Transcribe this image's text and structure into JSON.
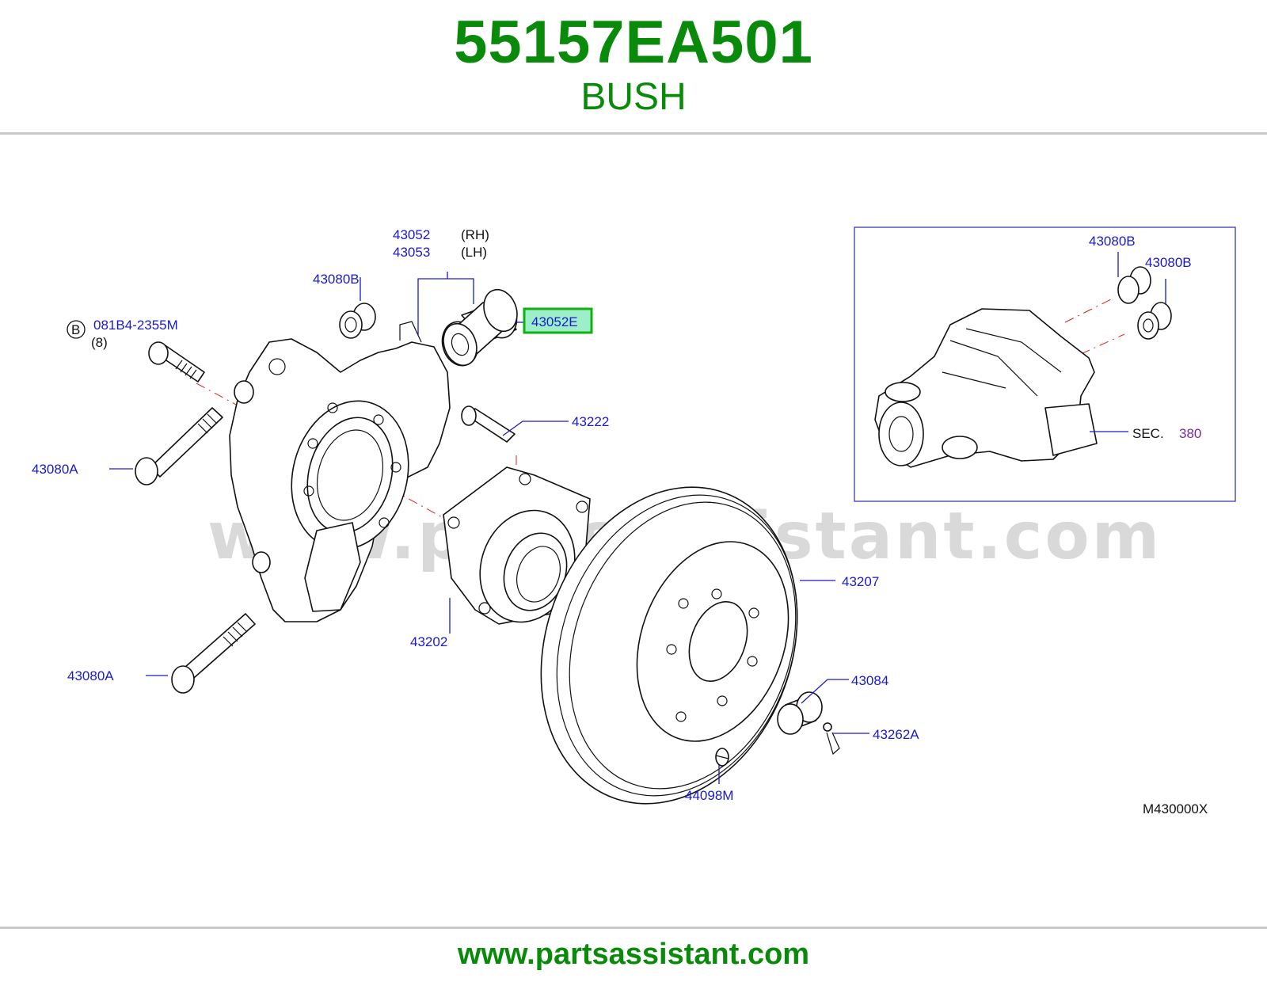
{
  "header": {
    "part_number": "55157EA501",
    "part_name": "BUSH"
  },
  "footer": {
    "url": "www.partsassistant.com"
  },
  "watermark": "www.partsassistant.com",
  "diagram": {
    "code": "M430000X",
    "labels": {
      "l43052": "43052",
      "rh": "(RH)",
      "l43053": "43053",
      "lh": "(LH)",
      "l43080B_main": "43080B",
      "bolt_marker": "B",
      "bolt_code": "081B4-2355M",
      "bolt_qty": "(8)",
      "l43052E": "43052E",
      "l43222": "43222",
      "l43080A_top": "43080A",
      "l43202": "43202",
      "l43207": "43207",
      "l43080A_bottom": "43080A",
      "l43084": "43084",
      "l43262A": "43262A",
      "l44098M": "44098M",
      "inset_43080B_a": "43080B",
      "inset_43080B_b": "43080B",
      "sec": "SEC.",
      "sec_num": "380"
    },
    "colors": {
      "brand_green": "#0a8a0a",
      "label_blue": "#1a1acc",
      "highlight_fill": "#9cefc8",
      "highlight_border": "#12b012",
      "axis_red": "#e02020",
      "section_purple": "#7a2a9a"
    }
  }
}
